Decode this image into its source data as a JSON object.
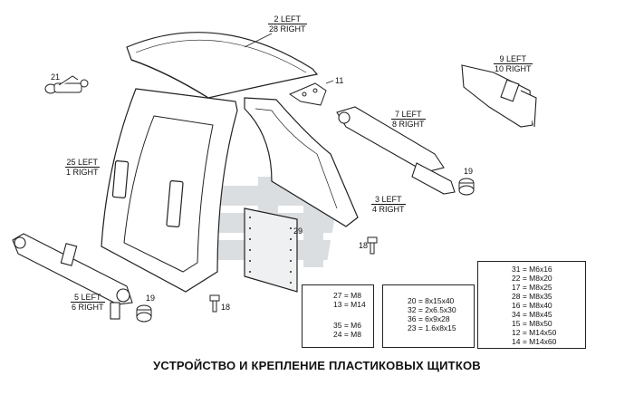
{
  "caption": "УСТРОЙСТВО И КРЕПЛЕНИЕ ПЛАСТИКОВЫХ ЩИТКОВ",
  "callouts": {
    "c2_28": {
      "l1": "2 LEFT",
      "l2": "28 RIGHT"
    },
    "c9_10": {
      "l1": "9 LEFT",
      "l2": "10 RIGHT"
    },
    "c7_8": {
      "l1": "7 LEFT",
      "l2": "8 RIGHT"
    },
    "c25_1": {
      "l1": "25 LEFT",
      "l2": "1 RIGHT"
    },
    "c3_4": {
      "l1": "3 LEFT",
      "l2": "4 RIGHT"
    },
    "c5_6": {
      "l1": "5 LEFT",
      "l2": "6 RIGHT"
    }
  },
  "numbers": {
    "n21": "21",
    "n11": "11",
    "n19a": "19",
    "n19b": "19",
    "n29": "29",
    "n18a": "18",
    "n18b": "18"
  },
  "spec_boxes": {
    "box1": [
      "27 = M8",
      "13 = M14",
      "35 = M6",
      "24 = M8"
    ],
    "box2": [
      "20 = 8x15x40",
      "32 = 2x6.5x30",
      "36 = 6x9x28",
      "23 = 1.6x8x15"
    ],
    "box3": [
      "31 = M6x16",
      "22 = M8x20",
      "17 = M8x25",
      "28 = M8x35",
      "16 = M8x40",
      "34 = M8x45",
      "15 = M8x50",
      "12 = M14x50",
      "14 = M14x60"
    ]
  }
}
